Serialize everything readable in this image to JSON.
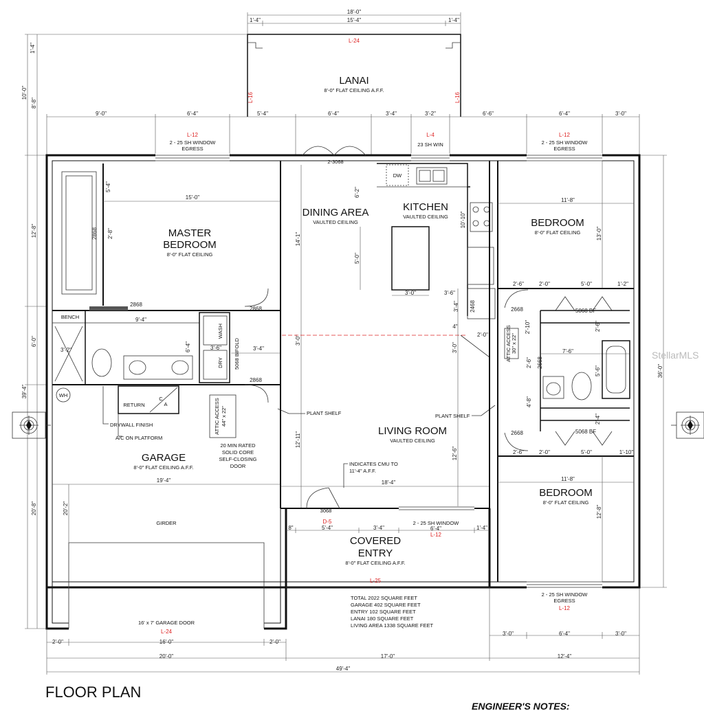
{
  "watermark": "StellarMLS",
  "title": "FLOOR PLAN",
  "notes_heading": "ENGINEER'S NOTES:",
  "rooms": {
    "lanai": {
      "name": "LANAI",
      "ceiling": "8'-0\" FLAT CEILING A.F.F."
    },
    "master": {
      "name1": "MASTER",
      "name2": "BEDROOM",
      "ceiling": "8'-0\" FLAT CEILING"
    },
    "dining": {
      "name": "DINING AREA",
      "ceiling": "VAULTED CEILING"
    },
    "kitchen": {
      "name": "KITCHEN",
      "ceiling": "VAULTED CEILING"
    },
    "bed_ne": {
      "name": "BEDROOM",
      "ceiling": "8'-0\" FLAT CEILING"
    },
    "living": {
      "name": "LIVING ROOM",
      "ceiling": "VAULTED CEILING"
    },
    "garage": {
      "name": "GARAGE",
      "ceiling": "8'-0\" FLAT CEILING A.F.F."
    },
    "bed_se": {
      "name": "BEDROOM",
      "ceiling": "8'-0\" FLAT CEILING"
    },
    "entry": {
      "name1": "COVERED",
      "name2": "ENTRY",
      "ceiling": "8'-0\" FLAT CEILING A.F.F."
    }
  },
  "windows": {
    "master_egress": {
      "ref": "L-12",
      "l1": "2 - 25 SH WINDOW",
      "l2": "EGRESS"
    },
    "kitchen_win": {
      "ref": "L-4",
      "l1": "23 SH WIN"
    },
    "bed_ne_egress": {
      "ref": "L-12",
      "l1": "2 - 25 SH WINDOW",
      "l2": "EGRESS"
    },
    "entry_win": {
      "ref": "L-12",
      "l1": "2 - 25 SH WINDOW"
    },
    "bed_se_egress": {
      "ref": "L-12",
      "l1": "2 - 25 SH WINDOW",
      "l2": "EGRESS"
    }
  },
  "refs": {
    "lanai_top": "L-24",
    "lanai_left": "L-16",
    "lanai_right": "L-16",
    "front_door": "D-5",
    "entry": "L-25",
    "garage_door": "L-24"
  },
  "labels": {
    "door_rear": "2-3068",
    "door_front": "3068",
    "dw": "DW",
    "bench": "BENCH",
    "wash": "WASH",
    "dry": "DRY",
    "bifold": "5068 BIFOLD",
    "wh": "WH",
    "return": "RETURN",
    "ca": "C",
    "ca2": "A",
    "drywall": "DRYWALL FINISH",
    "ac": "A/C ON PLATFORM",
    "attic1": "ATTIC ACCESS",
    "attic2": "44\" x 22\"",
    "firedoor1": "20 MIN RATED",
    "firedoor2": "SOLID CORE",
    "firedoor3": "SELF-CLOSING",
    "firedoor4": "DOOR",
    "plant_shelf_l": "PLANT SHELF",
    "plant_shelf_r": "PLANT SHELF",
    "cmu1": "INDICATES CMU TO",
    "cmu2": "11'-4\" A.F.F.",
    "girder": "GIRDER",
    "garage_door": "16' x 7' GARAGE DOOR",
    "attic_small1": "ATTIC ACCESS",
    "attic_small2": "30\" x 22\"",
    "door2868a": "2868",
    "door2868b": "2868",
    "door2868c": "2868",
    "door2868d": "2868",
    "door2468": "2468",
    "door2668a": "2668",
    "door2668b": "2668",
    "door2668c": "2668",
    "bf1": "5068 BF",
    "bf2": "5068 BF"
  },
  "totals": [
    "TOTAL 2022 SQUARE FEET",
    "GARAGE 402 SQUARE FEET",
    "ENTRY 102 SQUARE FEET",
    "LANAI 180 SQUARE FEET",
    "LIVING AREA 1338 SQUARE FEET"
  ],
  "dims": {
    "top_total": "18'-0\"",
    "top_mid": "15'-4\"",
    "top_l": "1'-4\"",
    "top_r": "1'-4\"",
    "row2": [
      "9'-0\"",
      "6'-4\"",
      "5'-4\"",
      "6'-4\"",
      "3'-4\"",
      "3'-2\"",
      "6'-6\"",
      "6'-4\"",
      "3'-0\""
    ],
    "left_top": "1'-4\"",
    "left_10": "10'-0\"",
    "left_88": "8'-8\"",
    "left_128": "12'-8\"",
    "left_60": "6'-0\"",
    "left_394": "39'-4\"",
    "left_208": "20'-8\"",
    "right_360": "36'-0\"",
    "master_w": "15'-0\"",
    "master_54": "5'-4\"",
    "master_28": "2'-8\"",
    "master_2868": "2868",
    "bath_94": "9'-4\"",
    "bath_36": "3'-6\"",
    "bath_34": "3'-4\"",
    "bath_30": "3'-0\"",
    "bath_64": "6'-4\"",
    "bath_3x": "3'-2\"",
    "dining_141": "14'-1\"",
    "dining_62": "6'-2\"",
    "island_50": "5'-0\"",
    "island_30": "3'-0\"",
    "island_36": "3'-6\"",
    "kitchen_1010": "10'-10\"",
    "kitchen_34": "3'-4\"",
    "kitchen_4": "4\"",
    "kitchen_20": "2'-0\"",
    "living_30": "3'-0\"",
    "living_1211": "12'-11\"",
    "living_126": "12'-6\"",
    "living_184": "18'-4\"",
    "garage_194": "19'-4\"",
    "garage_202": "20'-2\"",
    "bed_ne_118": "11'-8\"",
    "bed_ne_130": "13'-0\"",
    "hall_26": "2'-6\"",
    "hall_20": "2'-0\"",
    "hall_50": "5'-0\"",
    "hall_12": "1'-2\"",
    "hall_210": "2'-10\"",
    "hall_26b": "2'-6\"",
    "bath2_76": "7'-6\"",
    "bath2_56": "5'-6\"",
    "bath2_48": "4'-8\"",
    "bath2_26": "2'-6\"",
    "bath2_24": "2'-4\"",
    "hall2_26": "2'-6\"",
    "hall2_20": "2'-0\"",
    "hall2_50": "5'-0\"",
    "hall2_110": "1'-10\"",
    "bed_se_118": "11'-8\"",
    "bed_se_128": "12'-8\"",
    "entry_8": "8\"",
    "entry_54": "5'-4\"",
    "entry_34": "3'-4\"",
    "entry_64": "6'-4\"",
    "entry_14": "1'-4\"",
    "bot_20a": "2'-0\"",
    "bot_160": "16'-0\"",
    "bot_20b": "2'-0\"",
    "bot_30a": "3'-0\"",
    "bot_64": "6'-4\"",
    "bot_30b": "3'-0\"",
    "bot_200": "20'-0\"",
    "bot_170": "17'-0\"",
    "bot_124": "12'-4\"",
    "bot_494": "49'-4\""
  }
}
